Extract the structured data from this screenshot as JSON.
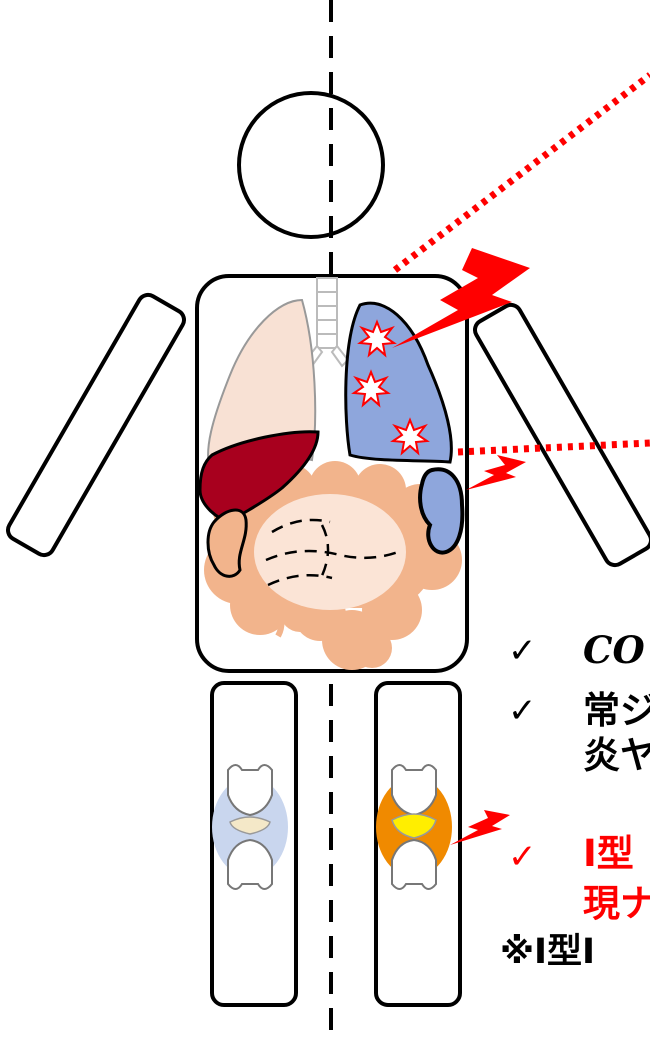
{
  "colors": {
    "outline": "#000000",
    "pointer_red": "#ff0000",
    "lung_healthy": "#f8e1d4",
    "lung_affected": "#8ea6dc",
    "liver": "#a8001e",
    "intestine": "#f2b48c",
    "joint_healthy": "#c9d6ee",
    "joint_affected": "#f08a00",
    "cartilage_affected": "#ffee00",
    "accent_text": "#ff0000"
  },
  "icons": [
    "lightning-icon",
    "explosion-burst-icon",
    "knee-joint-icon",
    "check-icon"
  ],
  "list": {
    "items": [
      {
        "check": "✓",
        "text": "CO",
        "italic": true,
        "color": "#000000"
      },
      {
        "check": "✓",
        "text": "常ジ",
        "italic": false,
        "color": "#000000"
      },
      {
        "check": "",
        "text": "炎ヤ",
        "italic": false,
        "color": "#000000"
      },
      {
        "check": "✓",
        "text": "I型",
        "italic": false,
        "color": "#ff0000"
      },
      {
        "check": "",
        "text": "現ナ",
        "italic": false,
        "color": "#ff0000"
      }
    ],
    "note": "※I型I"
  }
}
